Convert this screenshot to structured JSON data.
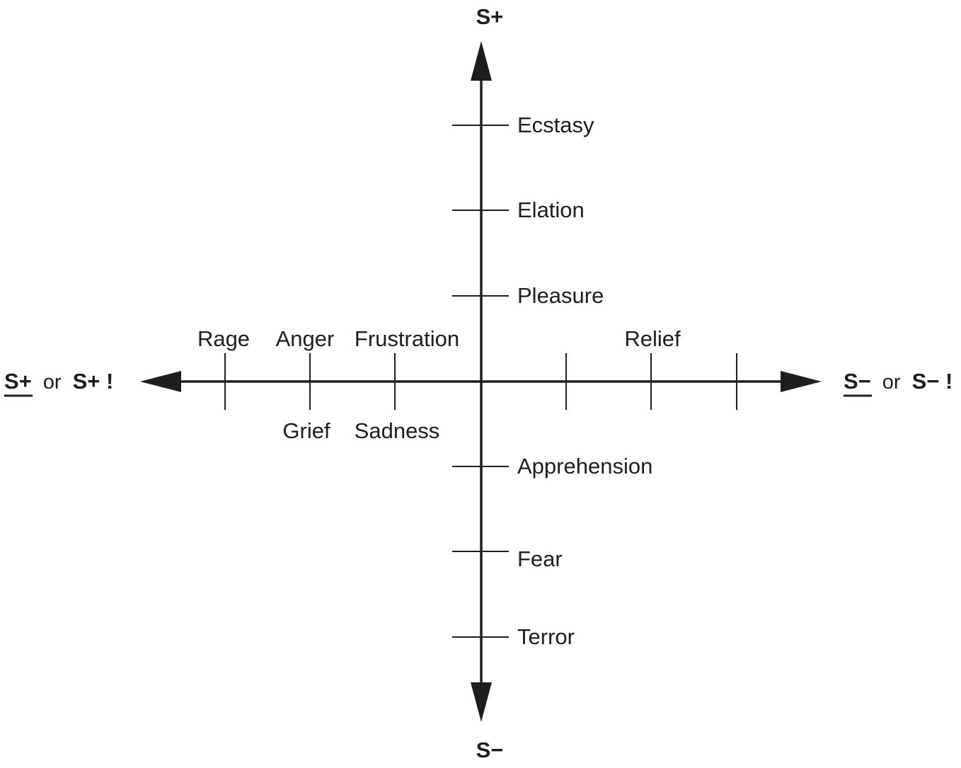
{
  "axes": {
    "top_label": "S+",
    "bottom_label": "S−",
    "left_label": {
      "term_a": "S+",
      "connector": "or",
      "term_b": "S+ !"
    },
    "right_label": {
      "term_a": "S−",
      "connector": "or",
      "term_b": "S− !"
    }
  },
  "vertical_emotions": {
    "positive": [
      "Ecstasy",
      "Elation",
      "Pleasure"
    ],
    "negative": [
      "Apprehension",
      "Fear",
      "Terror"
    ]
  },
  "horizontal_emotions": {
    "left_upper": [
      "Rage",
      "Anger",
      "Frustration"
    ],
    "left_lower": [
      "Grief",
      "Sadness"
    ],
    "right_upper": [
      "Relief"
    ]
  },
  "colors": {
    "ink": "#1e1e1e",
    "background": "#ffffff"
  }
}
